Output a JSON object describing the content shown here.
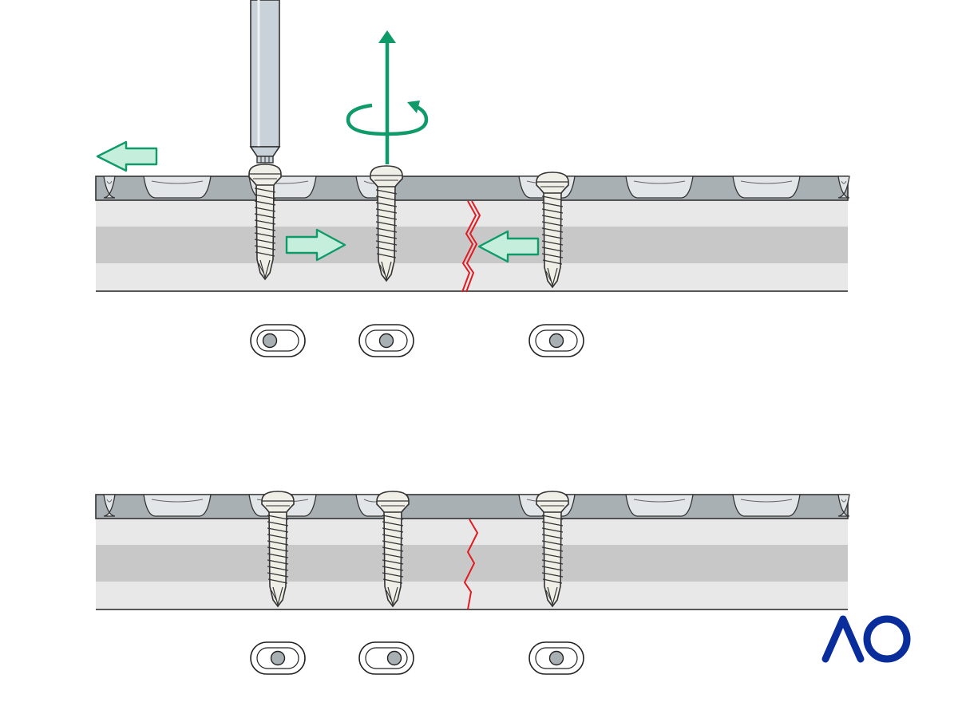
{
  "diagram": {
    "panels": [
      {
        "id": "before",
        "screws": 3,
        "fracture": "open",
        "arrows": [
          "plate-shift-left",
          "fragment-push-right",
          "fragment-push-left",
          "screw-retract-rotate"
        ]
      },
      {
        "id": "after",
        "screws": 3,
        "fracture": "closed"
      }
    ],
    "colors": {
      "arrow_green": "#0f9a6a",
      "arrow_fill": "#c6eedc",
      "fracture_red": "#e11b22",
      "plate_grey": "#a9b0b4",
      "bone_outer": "#e8e8e8",
      "bone_inner": "#c8c8c8",
      "logo_blue": "#0a2d9c"
    }
  },
  "logo": {
    "text": "AO"
  }
}
